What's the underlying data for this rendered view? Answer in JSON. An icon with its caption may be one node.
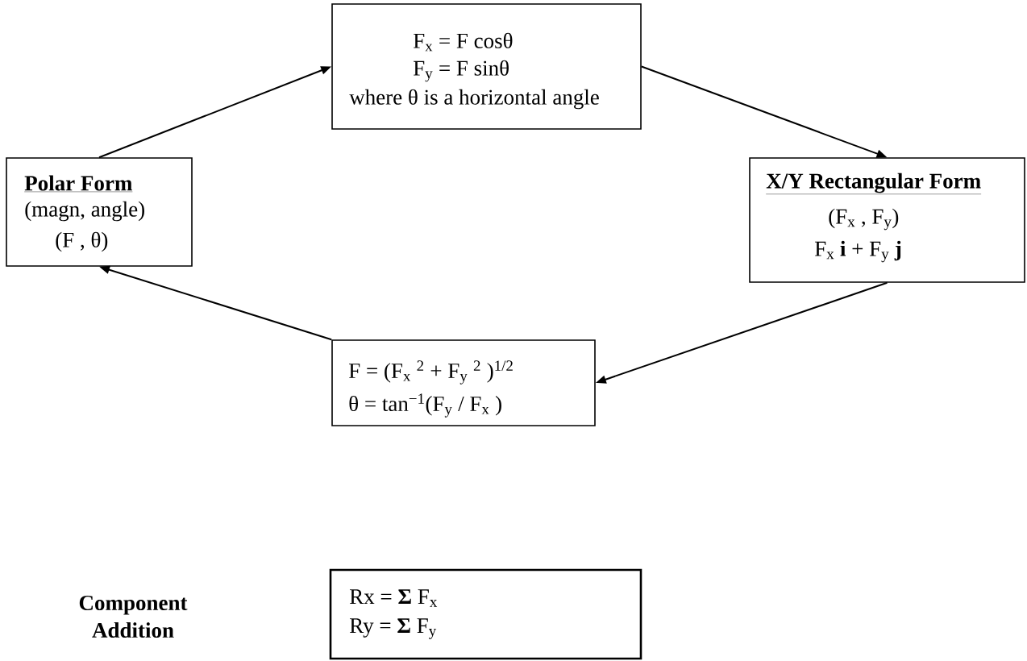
{
  "diagram": {
    "nodes": [
      {
        "text": [
          "F$_{x}$ =  F cosθ",
          "F$_{y}$ =  F sinθ",
          "where θ is a horizontal angle"
        ]
      },
      {
        "text": [
          "Polar Form",
          "(magn,  angle)",
          "(F ,  θ)"
        ]
      },
      {
        "text": [
          "X/Y Rectangular Form",
          "(F$_{x}$ , F$_{y}$)",
          "F$_{x}$ **i**  + F$_{y}$ **j**"
        ]
      },
      {
        "text": [
          "F  =  (F$_{x}$ $^{2}$ + F$_{y}$ $^{2}$ )$^{1/2}$",
          "θ  =  tan$^{−1}$(F$_{y}$ / F$_{x}$ )"
        ]
      },
      {
        "text": [
          "Rx     =      **Σ**  F$_{x}$",
          "Ry     =      **Σ**  F$_{y}$"
        ]
      }
    ],
    "labels": [
      "Component Addition"
    ],
    "edges": [
      {
        "from": 1,
        "to": 0,
        "arrow": "to"
      },
      {
        "from": 0,
        "to": 2,
        "arrow": "to"
      },
      {
        "from": 2,
        "to": 3,
        "arrow": "to"
      },
      {
        "from": 3,
        "to": 1,
        "arrow": "to"
      }
    ]
  }
}
